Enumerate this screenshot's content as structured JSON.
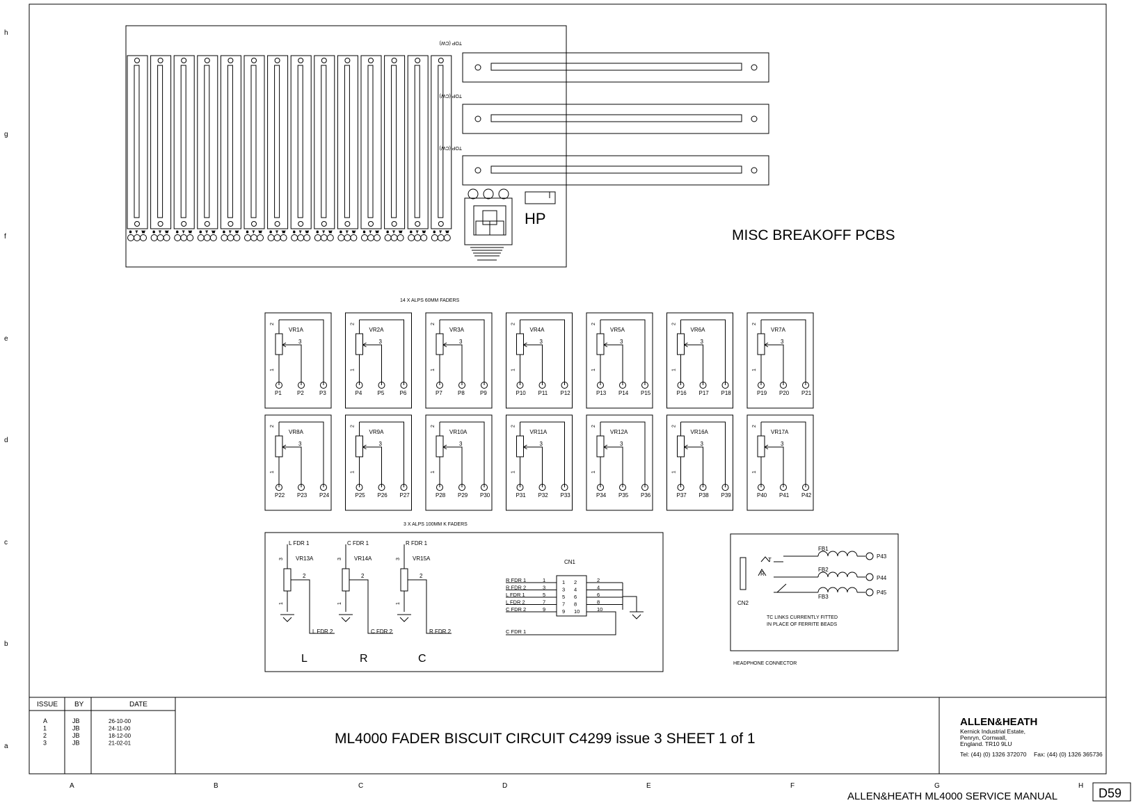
{
  "row_labels": [
    "h",
    "g",
    "f",
    "e",
    "d",
    "c",
    "b",
    "a"
  ],
  "col_labels": [
    "A",
    "B",
    "C",
    "D",
    "E",
    "F",
    "G",
    "H"
  ],
  "breakoff": {
    "title": "MISC BREAKOFF PCBS",
    "headphone_label": "HP",
    "slot_count": 14,
    "pad_letters": [
      "S",
      "T",
      "W"
    ],
    "top_cw_label": "TOP (CW)"
  },
  "fader60": {
    "caption": "14 X ALPS 60MM FADERS",
    "biscuits": [
      {
        "ref": "VR1A",
        "pins": [
          "P1",
          "P2",
          "P3"
        ]
      },
      {
        "ref": "VR2A",
        "pins": [
          "P4",
          "P5",
          "P6"
        ]
      },
      {
        "ref": "VR3A",
        "pins": [
          "P7",
          "P8",
          "P9"
        ]
      },
      {
        "ref": "VR4A",
        "pins": [
          "P10",
          "P11",
          "P12"
        ]
      },
      {
        "ref": "VR5A",
        "pins": [
          "P13",
          "P14",
          "P15"
        ]
      },
      {
        "ref": "VR6A",
        "pins": [
          "P16",
          "P17",
          "P18"
        ]
      },
      {
        "ref": "VR7A",
        "pins": [
          "P19",
          "P20",
          "P21"
        ]
      },
      {
        "ref": "VR8A",
        "pins": [
          "P22",
          "P23",
          "P24"
        ]
      },
      {
        "ref": "VR9A",
        "pins": [
          "P25",
          "P26",
          "P27"
        ]
      },
      {
        "ref": "VR10A",
        "pins": [
          "P28",
          "P29",
          "P30"
        ]
      },
      {
        "ref": "VR11A",
        "pins": [
          "P31",
          "P32",
          "P33"
        ]
      },
      {
        "ref": "VR12A",
        "pins": [
          "P34",
          "P35",
          "P36"
        ]
      },
      {
        "ref": "VR16A",
        "pins": [
          "P37",
          "P38",
          "P39"
        ]
      },
      {
        "ref": "VR17A",
        "pins": [
          "P40",
          "P41",
          "P42"
        ]
      }
    ],
    "pin_numbers": [
      "2",
      "3",
      "1"
    ]
  },
  "fader100": {
    "caption": "3 X ALPS 100MM K FADERS",
    "faders": [
      {
        "ref": "VR13A",
        "top": "L FDR 1",
        "wiper": "L FDR 2",
        "channel": "L"
      },
      {
        "ref": "VR14A",
        "top": "C FDR 1",
        "wiper": "C FDR 2",
        "channel": "R"
      },
      {
        "ref": "VR15A",
        "top": "R FDR 1",
        "wiper": "R FDR 2",
        "channel": "C"
      }
    ],
    "pin_numbers": [
      "3",
      "2",
      "1"
    ],
    "connector": {
      "ref": "CN1",
      "left_signals": [
        "R FDR 1",
        "R FDR 2",
        "L FDR 1",
        "L FDR 2",
        "C FDR 2"
      ],
      "left_pins": [
        "1",
        "3",
        "5",
        "7",
        "9"
      ],
      "right_pins": [
        "2",
        "4",
        "6",
        "8",
        "10"
      ],
      "extra_signal": "C FDR 1"
    }
  },
  "headphone": {
    "caption": "HEADPHONE CONNECTOR",
    "connector_ref": "CN2",
    "tip_label": "T",
    "ring_label": "R",
    "beads": [
      {
        "ref": "FB1",
        "pad": "P43"
      },
      {
        "ref": "FB2",
        "pad": "P44"
      },
      {
        "ref": "FB3",
        "pad": "P45"
      }
    ],
    "note_line1": "TC LINKS CURRENTLY FITTED",
    "note_line2": "IN PLACE OF FERRITE BEADS"
  },
  "title_block": {
    "headers": {
      "issue": "ISSUE",
      "by": "BY",
      "date": "DATE"
    },
    "revisions": [
      {
        "issue": "A",
        "by": "JB",
        "date": "26-10-00"
      },
      {
        "issue": "1",
        "by": "JB",
        "date": "24-11-00"
      },
      {
        "issue": "2",
        "by": "JB",
        "date": "18-12-00"
      },
      {
        "issue": "3",
        "by": "JB",
        "date": "21-02-01"
      }
    ],
    "title": "ML4000 FADER BISCUIT CIRCUIT   C4299 issue 3   SHEET 1 of 1",
    "company": "ALLEN&HEATH",
    "address": [
      "Kernick Industrial Estate,",
      "Penryn, Cornwall,",
      "England. TR10 9LU"
    ],
    "tel": "Tel:  (44) (0) 1326 372070",
    "fax": "Fax: (44) (0) 1326 365736"
  },
  "footer": {
    "manual": "ALLEN&HEATH  ML4000 SERVICE MANUAL",
    "page": "D59"
  }
}
